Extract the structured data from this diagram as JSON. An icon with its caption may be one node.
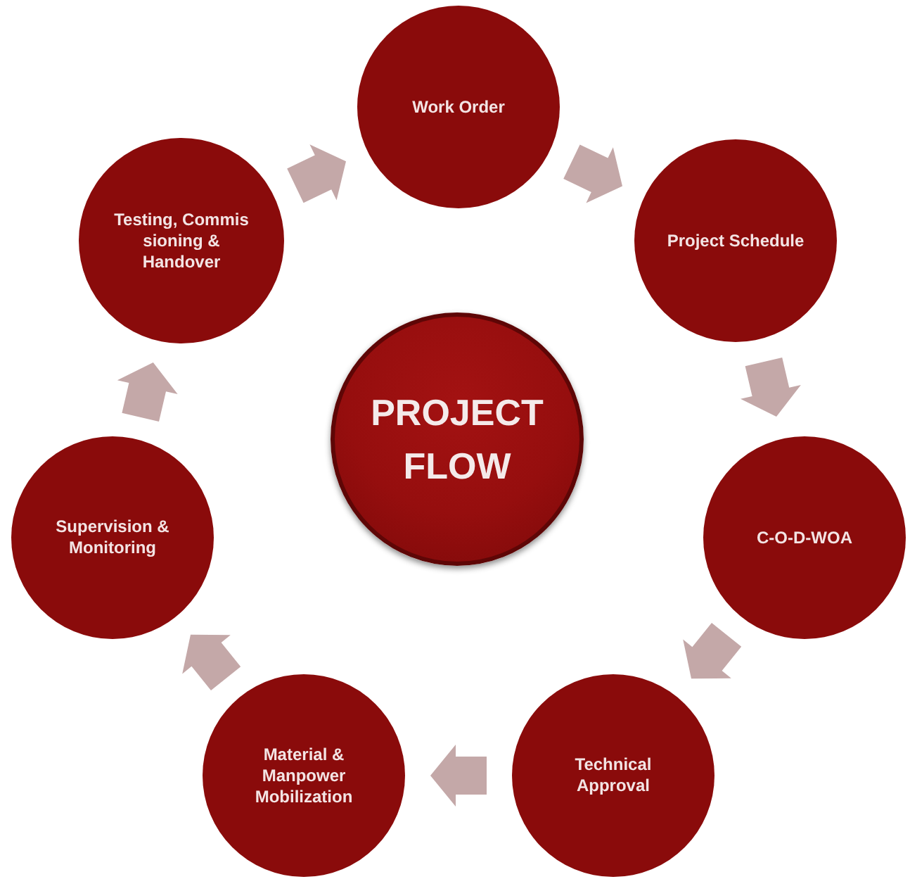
{
  "diagram": {
    "nodes": [
      {
        "text": [
          "Work Order"
        ]
      },
      {
        "text": [
          "Project Schedule"
        ]
      },
      {
        "text": [
          "C-O-D-WOA"
        ]
      },
      {
        "text": [
          "Technical Approval"
        ]
      },
      {
        "text": [
          "Material & Manpower Mobilization"
        ]
      },
      {
        "text": [
          "Supervision & Monitoring"
        ]
      },
      {
        "text": [
          "Testing, Commis sioning & Handover"
        ]
      },
      {
        "text": [
          "PROJECT FLOW"
        ]
      }
    ],
    "edges": [
      {
        "from": 0,
        "to": 1,
        "arrow": "to"
      },
      {
        "from": 1,
        "to": 2,
        "arrow": "to"
      },
      {
        "from": 2,
        "to": 3,
        "arrow": "to"
      },
      {
        "from": 3,
        "to": 4,
        "arrow": "to"
      },
      {
        "from": 4,
        "to": 5,
        "arrow": "to"
      },
      {
        "from": 5,
        "to": 6,
        "arrow": "to"
      },
      {
        "from": 6,
        "to": 0,
        "arrow": "to"
      }
    ]
  }
}
